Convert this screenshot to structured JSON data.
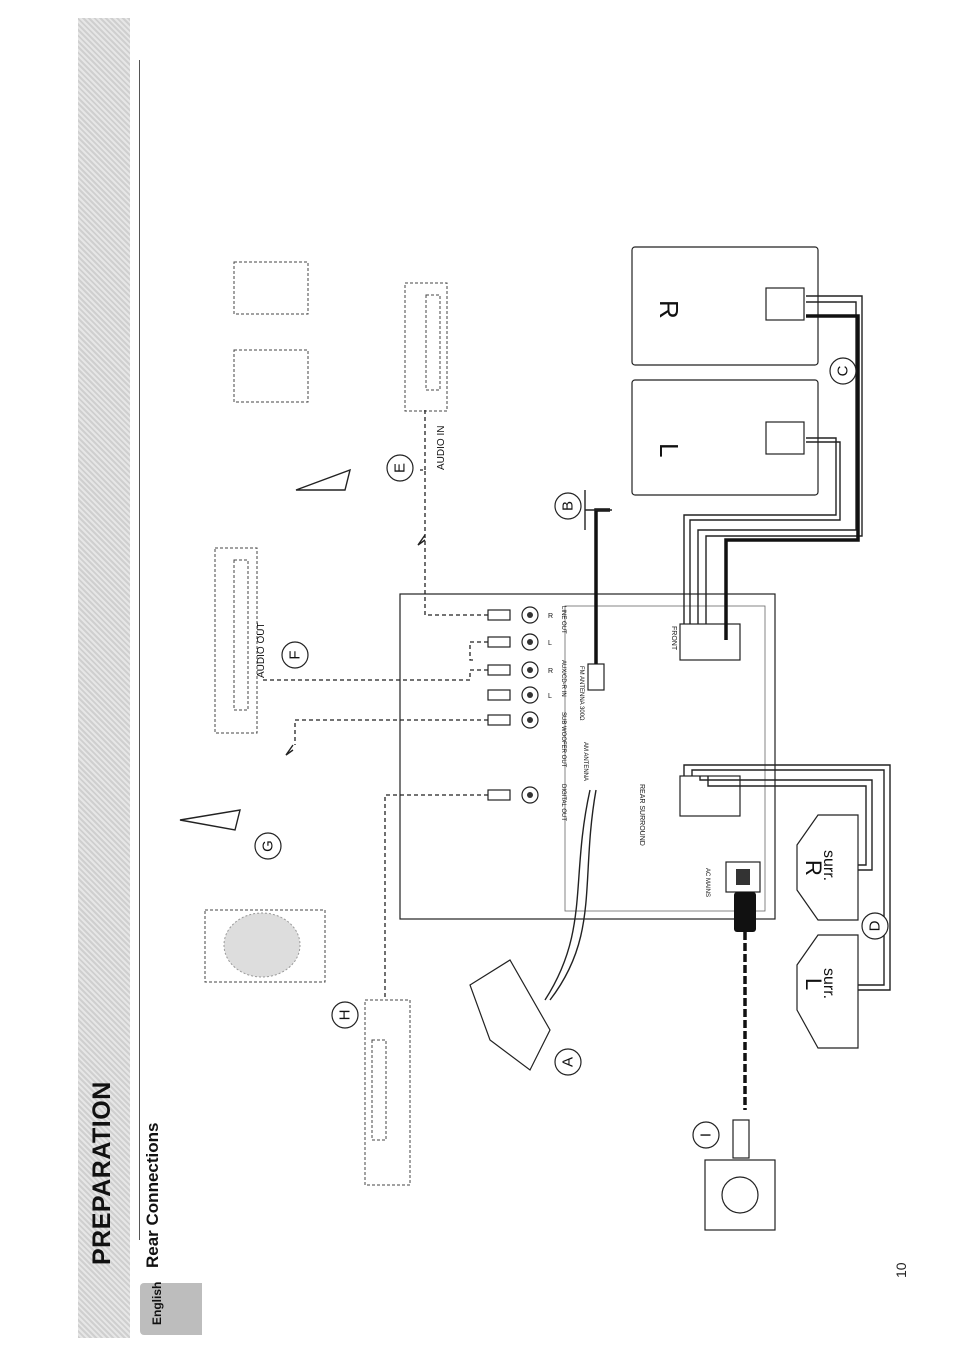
{
  "header": {
    "section_title": "PREPARATION",
    "subtitle": "Rear Connections",
    "language": "English",
    "page_number": "10"
  },
  "callouts": [
    "A",
    "B",
    "C",
    "D",
    "E",
    "F",
    "G",
    "H",
    "I"
  ],
  "jack_labels": {
    "audio_out": "AUDIO OUT",
    "audio_in": "AUDIO IN",
    "digital_out": "DIGITAL OUT",
    "sub_woofer_out": "SUB WOOFER OUT",
    "aux_cdr_in": "AUX/CD-R IN",
    "line_out": "LINE OUT",
    "fm_antenna": "FM ANTENNA 300Ω",
    "am_antenna": "AM ANTENNA",
    "ac_mains": "AC MAINS",
    "rear_surround": "REAR SURROUND",
    "front": "FRONT"
  },
  "speaker_labels": {
    "front_left": "L",
    "front_right": "R",
    "surround_left": "L",
    "surround_right": "R",
    "surround_word": "surr."
  },
  "channel_letters": [
    "L",
    "R",
    "L",
    "R"
  ]
}
